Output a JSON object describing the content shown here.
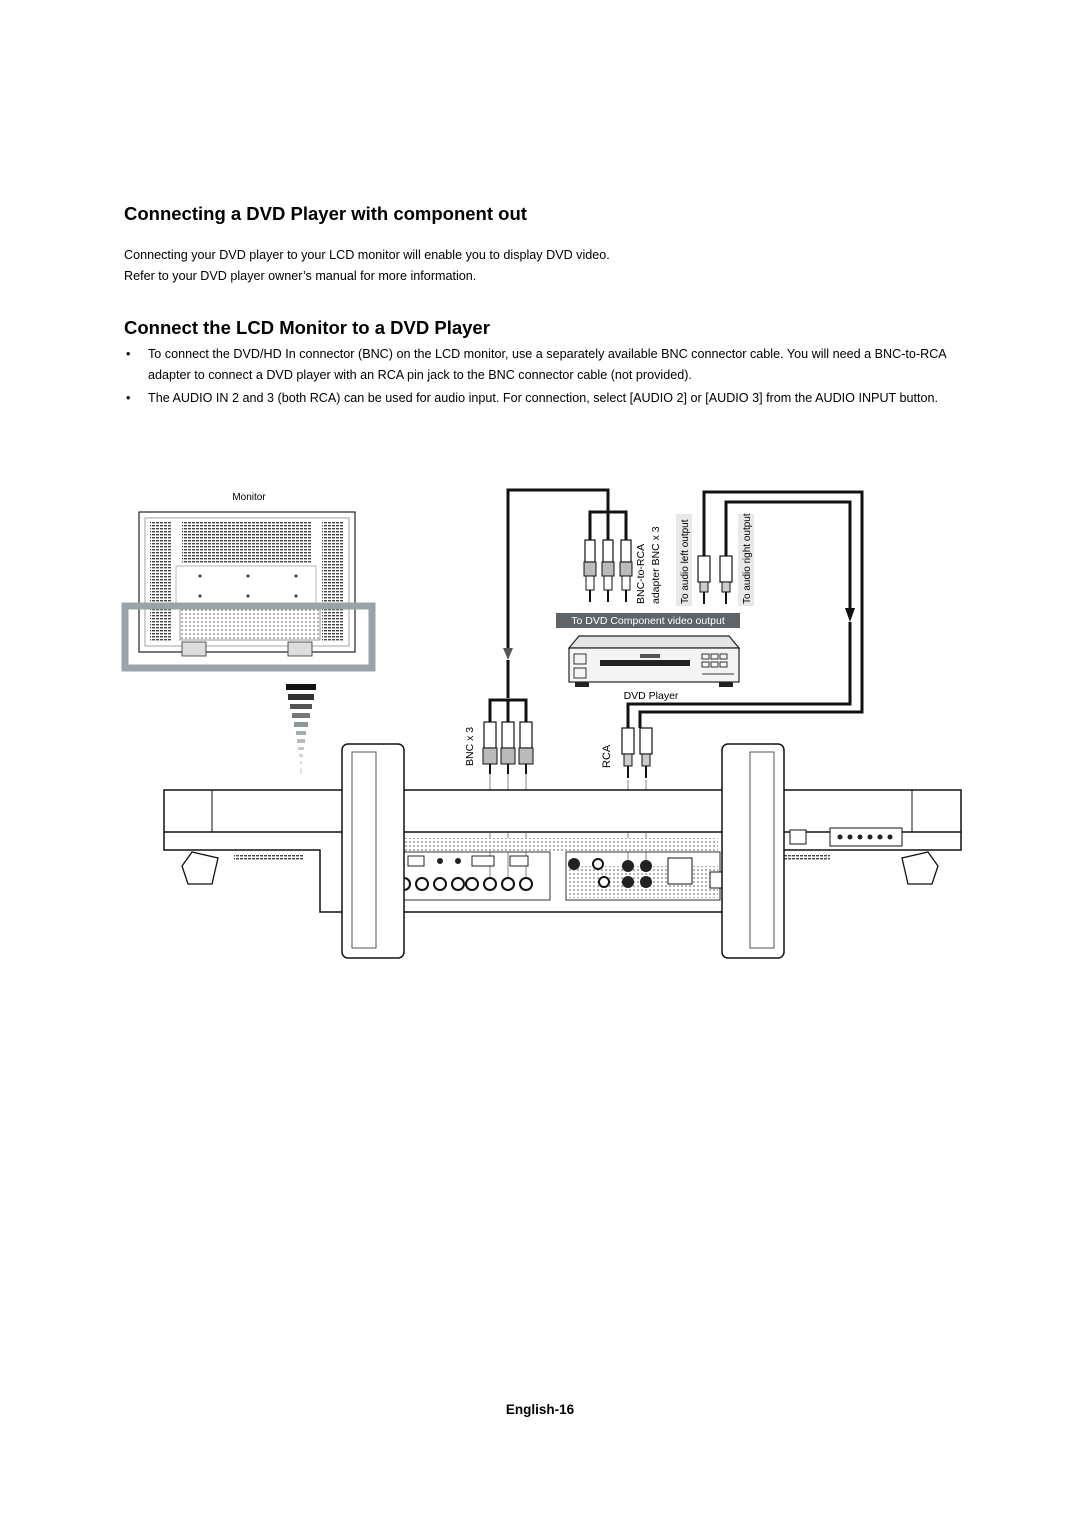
{
  "section1": {
    "title": "Connecting a DVD Player with component out",
    "lines": [
      "Connecting your DVD player to your LCD monitor will enable you to display DVD video.",
      "Refer to your DVD player owner’s manual for more information."
    ]
  },
  "section2": {
    "title": "Connect the LCD Monitor to a DVD Player",
    "bullet_char": "•",
    "bullets": [
      "To connect the DVD/HD In connector (BNC) on the LCD monitor, use a separately available BNC connector cable.  You will need a BNC-to-RCA adapter to connect a DVD player with an RCA pin jack to the BNC connector cable (not provided).",
      "The AUDIO IN 2  and 3 (both RCA) can be used for audio input.  For connection, select [AUDIO 2] or [AUDIO 3] from the AUDIO INPUT button."
    ]
  },
  "diagram": {
    "monitor_label": "Monitor",
    "bnc_rca_label_1": "BNC-to-RCA",
    "bnc_rca_label_2": "adapter BNC x 3",
    "audio_left_label": "To audio left output",
    "audio_right_label": "To audio right output",
    "component_output_label": "To DVD Component video output",
    "dvd_player_label": "DVD Player",
    "bnc_label": "BNC x 3",
    "rca_label": "RCA"
  },
  "footer": {
    "page_label": "English-16"
  }
}
